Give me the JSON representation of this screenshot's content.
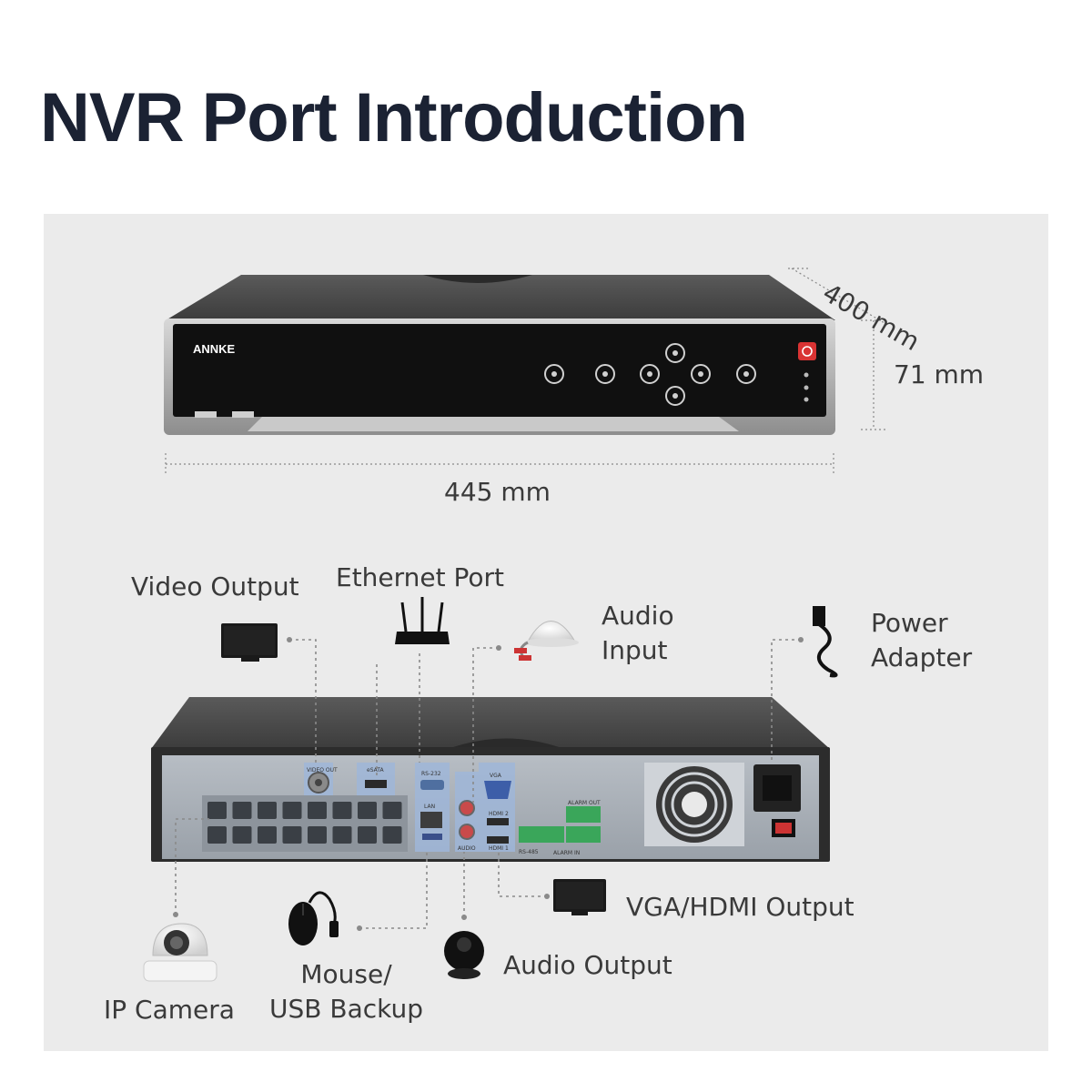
{
  "title": "NVR Port Introduction",
  "front_panel": {
    "brand": "ANNKE"
  },
  "dimensions": {
    "width": "445 mm",
    "height": "71 mm",
    "depth": "400 mm"
  },
  "rear_panel": {
    "port_labels": {
      "video_out": "VIDEO OUT",
      "esata": "eSATA",
      "rs232": "RS-232",
      "lan": "LAN",
      "vga": "VGA",
      "hdmi2": "HDMI 2",
      "hdmi1": "HDMI 1",
      "audio": "AUDIO",
      "rs485": "RS-485",
      "alarm_out": "ALARM OUT",
      "alarm_in": "ALARM IN"
    }
  },
  "callouts": {
    "video_output": "Video Output",
    "ethernet_port": "Ethernet Port",
    "audio_input_line1": "Audio",
    "audio_input_line2": "Input",
    "power_adapter_line1": "Power",
    "power_adapter_line2": "Adapter",
    "vga_hdmi_output": "VGA/HDMI Output",
    "audio_output": "Audio Output",
    "mouse_line1": "Mouse/",
    "mouse_line2": "USB Backup",
    "ip_camera": "IP Camera"
  },
  "colors": {
    "title": "#1b2233",
    "panel_background": "#ebebeb",
    "device_front": "#111111",
    "device_top": "#4a4a4a",
    "rear_plate": "#a9b0b8",
    "port_highlight": "#9fb6d8",
    "power_button": "#d93333",
    "terminal_block": "#3aa65a",
    "leader_line": "#8a8a8a"
  }
}
